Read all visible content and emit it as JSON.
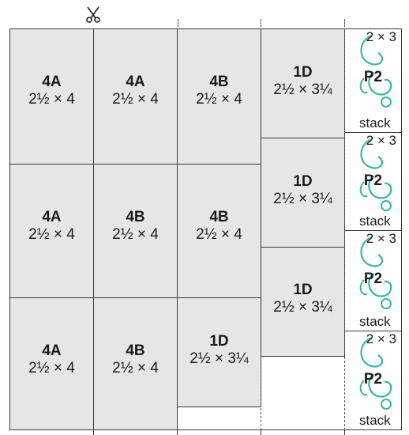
{
  "pieces": [
    {
      "code": "4A",
      "size": "2½ × 4"
    },
    {
      "code": "4A",
      "size": "2½ × 4"
    },
    {
      "code": "4B",
      "size": "2½ × 4"
    },
    {
      "code": "1D",
      "size": "2½ × 3¼"
    },
    {
      "code": "4A",
      "size": "2½ × 4"
    },
    {
      "code": "4B",
      "size": "2½ × 4"
    },
    {
      "code": "4B",
      "size": "2½ × 4"
    },
    {
      "code": "1D",
      "size": "2½ × 3¼"
    },
    {
      "code": "1D",
      "size": "2½ × 3¼"
    },
    {
      "code": "4A",
      "size": "2½ × 4"
    },
    {
      "code": "4B",
      "size": "2½ × 4"
    },
    {
      "code": "1D",
      "size": "2½ × 3¼"
    }
  ],
  "strips": [
    {
      "dim": "2 × 3",
      "code": "P2",
      "note": "stack"
    },
    {
      "dim": "2 × 3",
      "code": "P2",
      "note": "stack"
    },
    {
      "dim": "2 × 3",
      "code": "P2",
      "note": "stack"
    },
    {
      "dim": "2 × 3",
      "code": "P2",
      "note": "stack"
    }
  ],
  "icons": {
    "cut": "scissors-icon",
    "motif": "swirl-icon"
  },
  "colors": {
    "piece_fill": "#e6e6e6",
    "motif": "#3ab3ad"
  }
}
